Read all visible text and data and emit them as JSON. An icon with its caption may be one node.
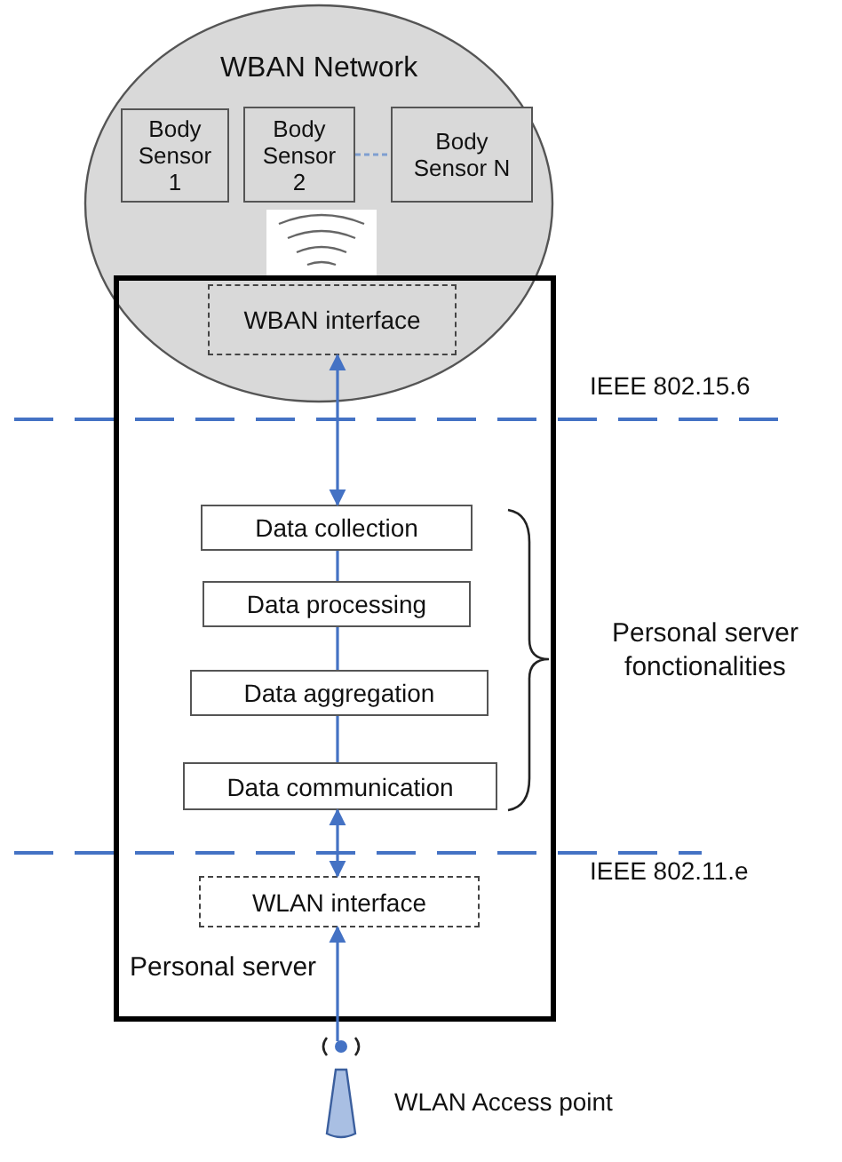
{
  "diagram": {
    "nodes": [
      {
        "text": [
          "WBAN Network"
        ]
      },
      {
        "text": [
          "Body Sensor 1"
        ],
        "in": 0
      },
      {
        "text": [
          "Body Sensor 2"
        ],
        "in": 0
      },
      {
        "text": [
          "Body Sensor N"
        ],
        "in": 0
      },
      {
        "text": [
          "Personal server"
        ]
      },
      {
        "text": [
          "WBAN interface"
        ]
      },
      {
        "text": [
          "Data collection"
        ],
        "in": 4
      },
      {
        "text": [
          "Data processing"
        ],
        "in": 4
      },
      {
        "text": [
          "Data aggregation"
        ],
        "in": 4
      },
      {
        "text": [
          "Data communication"
        ],
        "in": 4
      },
      {
        "text": [
          "WLAN interface"
        ],
        "in": 4
      },
      {
        "text": [],
        "shape": "antenna",
        "beside": [
          "WLAN Access point"
        ]
      }
    ],
    "edges": [
      {
        "from": 2,
        "to": 3,
        "arrow": "none",
        "style": "dashed",
        "color": "#7f9fd0"
      },
      {
        "from": 5,
        "to": 6,
        "arrow": "both"
      },
      {
        "from": 6,
        "to": 7,
        "arrow": "none"
      },
      {
        "from": 7,
        "to": 8,
        "arrow": "none"
      },
      {
        "from": 8,
        "to": 9,
        "arrow": "none"
      },
      {
        "from": 9,
        "to": 10,
        "arrow": "both"
      },
      {
        "from": 11,
        "to": 10,
        "arrow": "to"
      }
    ],
    "labels": [
      "IEEE 802.15.6",
      "Personal server fonctionalities",
      "IEEE 802.11.e"
    ]
  }
}
